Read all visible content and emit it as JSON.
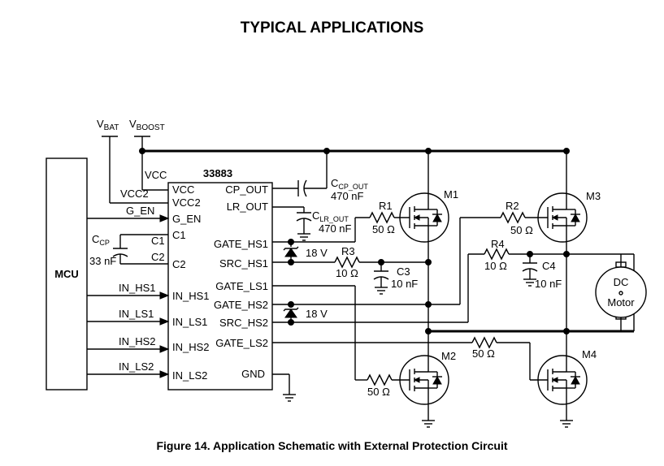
{
  "title": "TYPICAL APPLICATIONS",
  "caption": "Figure 14. Application Schematic with External Protection Circuit",
  "supplies": {
    "vbat": "V",
    "vbat_sub": "BAT",
    "vboost": "V",
    "vboost_sub": "BOOST"
  },
  "mcu": {
    "label": "MCU"
  },
  "chip": {
    "name": "33883",
    "left_pins": [
      "VCC",
      "VCC2",
      "G_EN",
      "C1",
      "C2",
      "IN_HS1",
      "IN_LS1",
      "IN_HS2",
      "IN_LS2"
    ],
    "right_pins": [
      "CP_OUT",
      "LR_OUT",
      "GATE_HS1",
      "SRC_HS1",
      "GATE_LS1",
      "GATE_HS2",
      "SRC_HS2",
      "GATE_LS2",
      "GND"
    ]
  },
  "nets": {
    "vcc": "VCC",
    "vcc2": "VCC2",
    "g_en": "G_EN",
    "c1": "C1",
    "c2": "C2",
    "in_hs1": "IN_HS1",
    "in_ls1": "IN_LS1",
    "in_hs2": "IN_HS2",
    "in_ls2": "IN_LS2"
  },
  "components": {
    "ccp": {
      "name": "C",
      "sub": "CP",
      "value": "33 nF"
    },
    "ccp_out": {
      "name": "C",
      "sub": "CP_OUT",
      "value": "470 nF"
    },
    "clr_out": {
      "name": "C",
      "sub": "LR_OUT",
      "value": "470 nF"
    },
    "r1": {
      "name": "R1",
      "value": "50 Ω"
    },
    "r2": {
      "name": "R2",
      "value": "50 Ω"
    },
    "r3": {
      "name": "R3",
      "value": "10 Ω"
    },
    "r4": {
      "name": "R4",
      "value": "10 Ω"
    },
    "r_ls1": {
      "value": "50 Ω"
    },
    "r_ls2": {
      "value": "50 Ω"
    },
    "c3": {
      "name": "C3",
      "value": "10 nF"
    },
    "c4": {
      "name": "C4",
      "value": "10 nF"
    },
    "z1": {
      "value": "18 V"
    },
    "z2": {
      "value": "18 V"
    },
    "m1": "M1",
    "m2": "M2",
    "m3": "M3",
    "m4": "M4",
    "motor": {
      "line1": "DC",
      "line2": "Motor"
    }
  }
}
